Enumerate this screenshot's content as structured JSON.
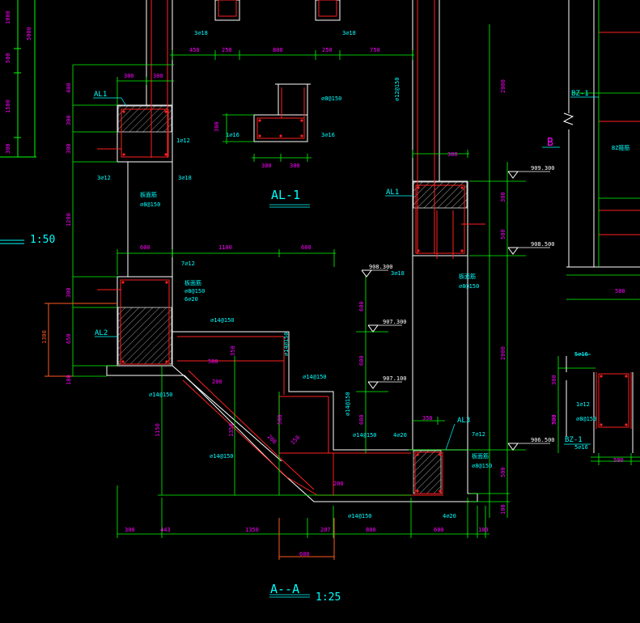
{
  "colors": {
    "background": "#000000",
    "wall": "#ffffff",
    "dim": "#00ff00",
    "rebar": "#ff2020",
    "label_magenta": "#ff00ff",
    "label_cyan": "#00ffff",
    "label_white": "#ffffff",
    "orange": "#ff5a1e",
    "hatch": "#aaaaaa"
  },
  "titles": {
    "section": "A--A",
    "section_scale": "1:25",
    "beam": "AL-1",
    "left_scale": "1:50",
    "marker_b": "B",
    "bz1_top": "BZ-1",
    "bz1_right": "BZ-1",
    "bz_note": "BZ箍筋"
  },
  "beam_labels": {
    "al1_left": "AL1",
    "al1_right": "AL1",
    "al2": "AL2",
    "al3": "AL3"
  },
  "elevations": {
    "e1": "909.300",
    "e2": "908.500",
    "e3": "908.300",
    "e4": "907.300",
    "e5": "907.100",
    "e6": "906.500"
  },
  "rebar_labels": {
    "top_3c18_a": "3⌀18",
    "top_3c18_b": "3⌀18",
    "al1_stirrup": "⌀8@150",
    "al1_side": "1⌀16",
    "al1_bot": "3⌀16",
    "right_wall": "⌀12@150",
    "left_1c12": "1⌀12",
    "left_3c12": "3⌀12",
    "left_3c18": "3⌀18",
    "left_note": "板面筋",
    "left_c8": "⌀8@150",
    "mid_7c12": "7⌀12",
    "mid_note": "板面筋",
    "mid_c8": "⌀8@150",
    "mid_6c20": "6⌀20",
    "right_3c18": "3⌀18",
    "right_note": "板面筋",
    "right_c8": "⌀8@150",
    "s_c14_1": "⌀14@150",
    "s_c14_2": "⌀14@150",
    "s_c14_3": "⌀14@150",
    "s_c14_4": "⌀14@150",
    "s_c14_5": "⌀14@150",
    "s_c14_6": "⌀14@150",
    "s_c14_7": "⌀14@150",
    "s_c14_8": "⌀14@150",
    "s_4c20_a": "4⌀20",
    "s_4c20_b": "4⌀20",
    "al3_7c12": "7⌀12",
    "al3_note": "板面筋",
    "al3_c8": "⌀8@150",
    "bz_5c16_a": "5⌀16",
    "bz_1c12": "1⌀12",
    "bz_c8": "⌀8@150",
    "bz_5c16_b": "5⌀16"
  },
  "dims": {
    "d_450": "450",
    "d_250a": "250",
    "d_800a": "800",
    "d_250b": "250",
    "d_750": "750",
    "d_300a": "300",
    "d_300b": "300",
    "d_al1_300a": "300",
    "d_al1_300b": "300",
    "d_al1_300v": "300",
    "d_600a": "600",
    "d_1100": "1100",
    "d_600b": "600",
    "d_500a": "500",
    "d_350a": "350",
    "d_350b": "350",
    "d_200a": "200",
    "d_200b": "200",
    "d_150": "150",
    "d_200c": "200",
    "d_500b": "500",
    "d_1150": "1150",
    "d_1350v": "1350",
    "d_600v1": "600",
    "d_600v2": "600",
    "d_600v3": "600",
    "b_300": "300",
    "b_443": "443",
    "b_1350": "1350",
    "b_207": "207",
    "b_800": "800",
    "b_600": "600",
    "b_100": "100",
    "b_600c": "600",
    "l_400": "400",
    "l_300a": "300",
    "l_300b": "300",
    "l_1200": "1200",
    "l_300c": "300",
    "l_650": "650",
    "l_100": "100",
    "l_1300": "1300",
    "f_1000": "1000",
    "f_500": "500",
    "f_1500": "1500",
    "f_300": "300",
    "f_5000": "5000",
    "r_300": "300",
    "r_500a": "500",
    "r_2000a": "2000",
    "r_2000b": "2000",
    "r_500b": "500",
    "r_100": "100",
    "r_300b": "300",
    "r_500c": "500",
    "z_300": "300",
    "z_500a": "500",
    "z_500b": "500",
    "c_300": "300"
  }
}
